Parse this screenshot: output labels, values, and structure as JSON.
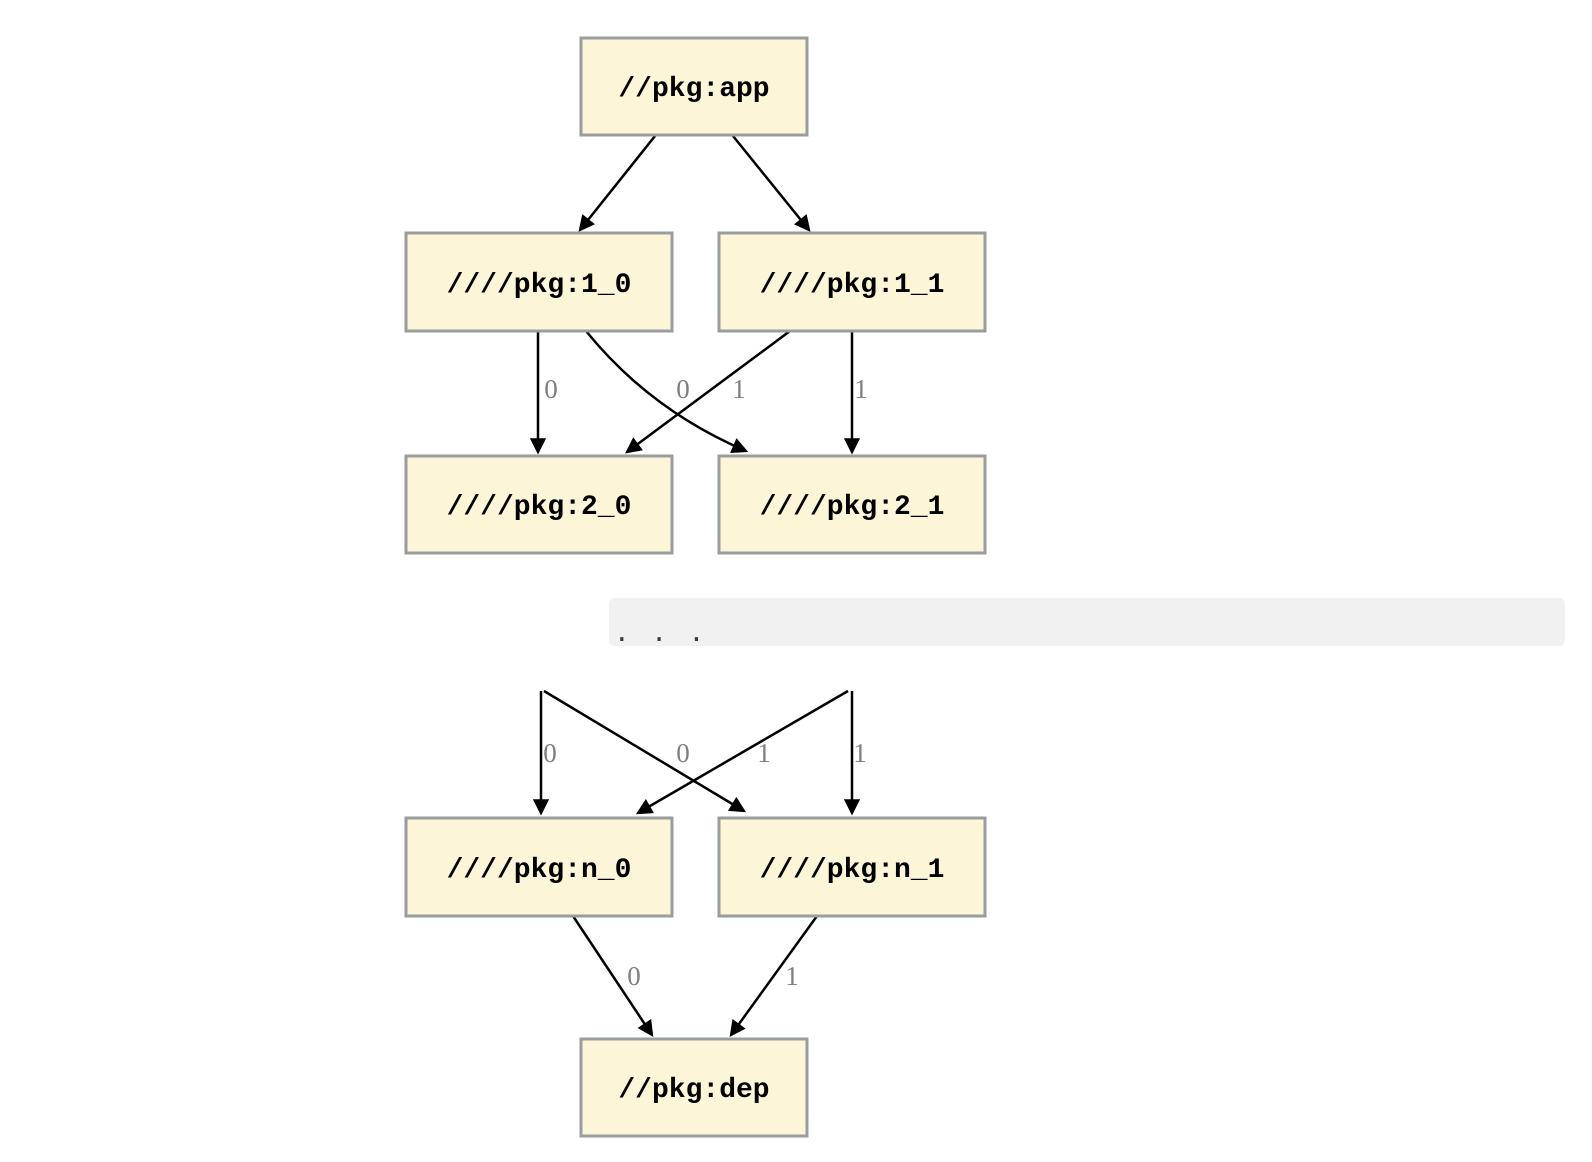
{
  "diagram": {
    "type": "dependency-graph",
    "nodes": [
      {
        "id": "app",
        "label": "//pkg:app"
      },
      {
        "id": "1_0",
        "label": "////pkg:1_0"
      },
      {
        "id": "1_1",
        "label": "////pkg:1_1"
      },
      {
        "id": "2_0",
        "label": "////pkg:2_0"
      },
      {
        "id": "2_1",
        "label": "////pkg:2_1"
      },
      {
        "id": "n_0",
        "label": "////pkg:n_0"
      },
      {
        "id": "n_1",
        "label": "////pkg:n_1"
      },
      {
        "id": "dep",
        "label": "//pkg:dep"
      }
    ],
    "edges": [
      {
        "from": "app",
        "to": "1_0",
        "label": ""
      },
      {
        "from": "app",
        "to": "1_1",
        "label": ""
      },
      {
        "from": "1_0",
        "to": "2_0",
        "label": "0"
      },
      {
        "from": "1_0",
        "to": "2_1",
        "label": "0"
      },
      {
        "from": "1_1",
        "to": "2_0",
        "label": "1"
      },
      {
        "from": "1_1",
        "to": "2_1",
        "label": "1"
      },
      {
        "from": "…",
        "to": "n_0",
        "label": "0"
      },
      {
        "from": "…",
        "to": "n_1",
        "label": "0"
      },
      {
        "from": "…",
        "to": "n_0",
        "label": "1"
      },
      {
        "from": "…",
        "to": "n_1",
        "label": "1"
      },
      {
        "from": "n_0",
        "to": "dep",
        "label": "0"
      },
      {
        "from": "n_1",
        "to": "dep",
        "label": "1"
      }
    ],
    "ellipsis": ". . .",
    "colors": {
      "node_fill": "#fdf5d8",
      "node_border": "#989d9e",
      "edge": "#000000",
      "edge_label": "#7e7e7e",
      "ellipsis_bg": "#f1f1f1",
      "ellipsis_text": "#3a3a3a",
      "background": "#ffffff"
    }
  }
}
